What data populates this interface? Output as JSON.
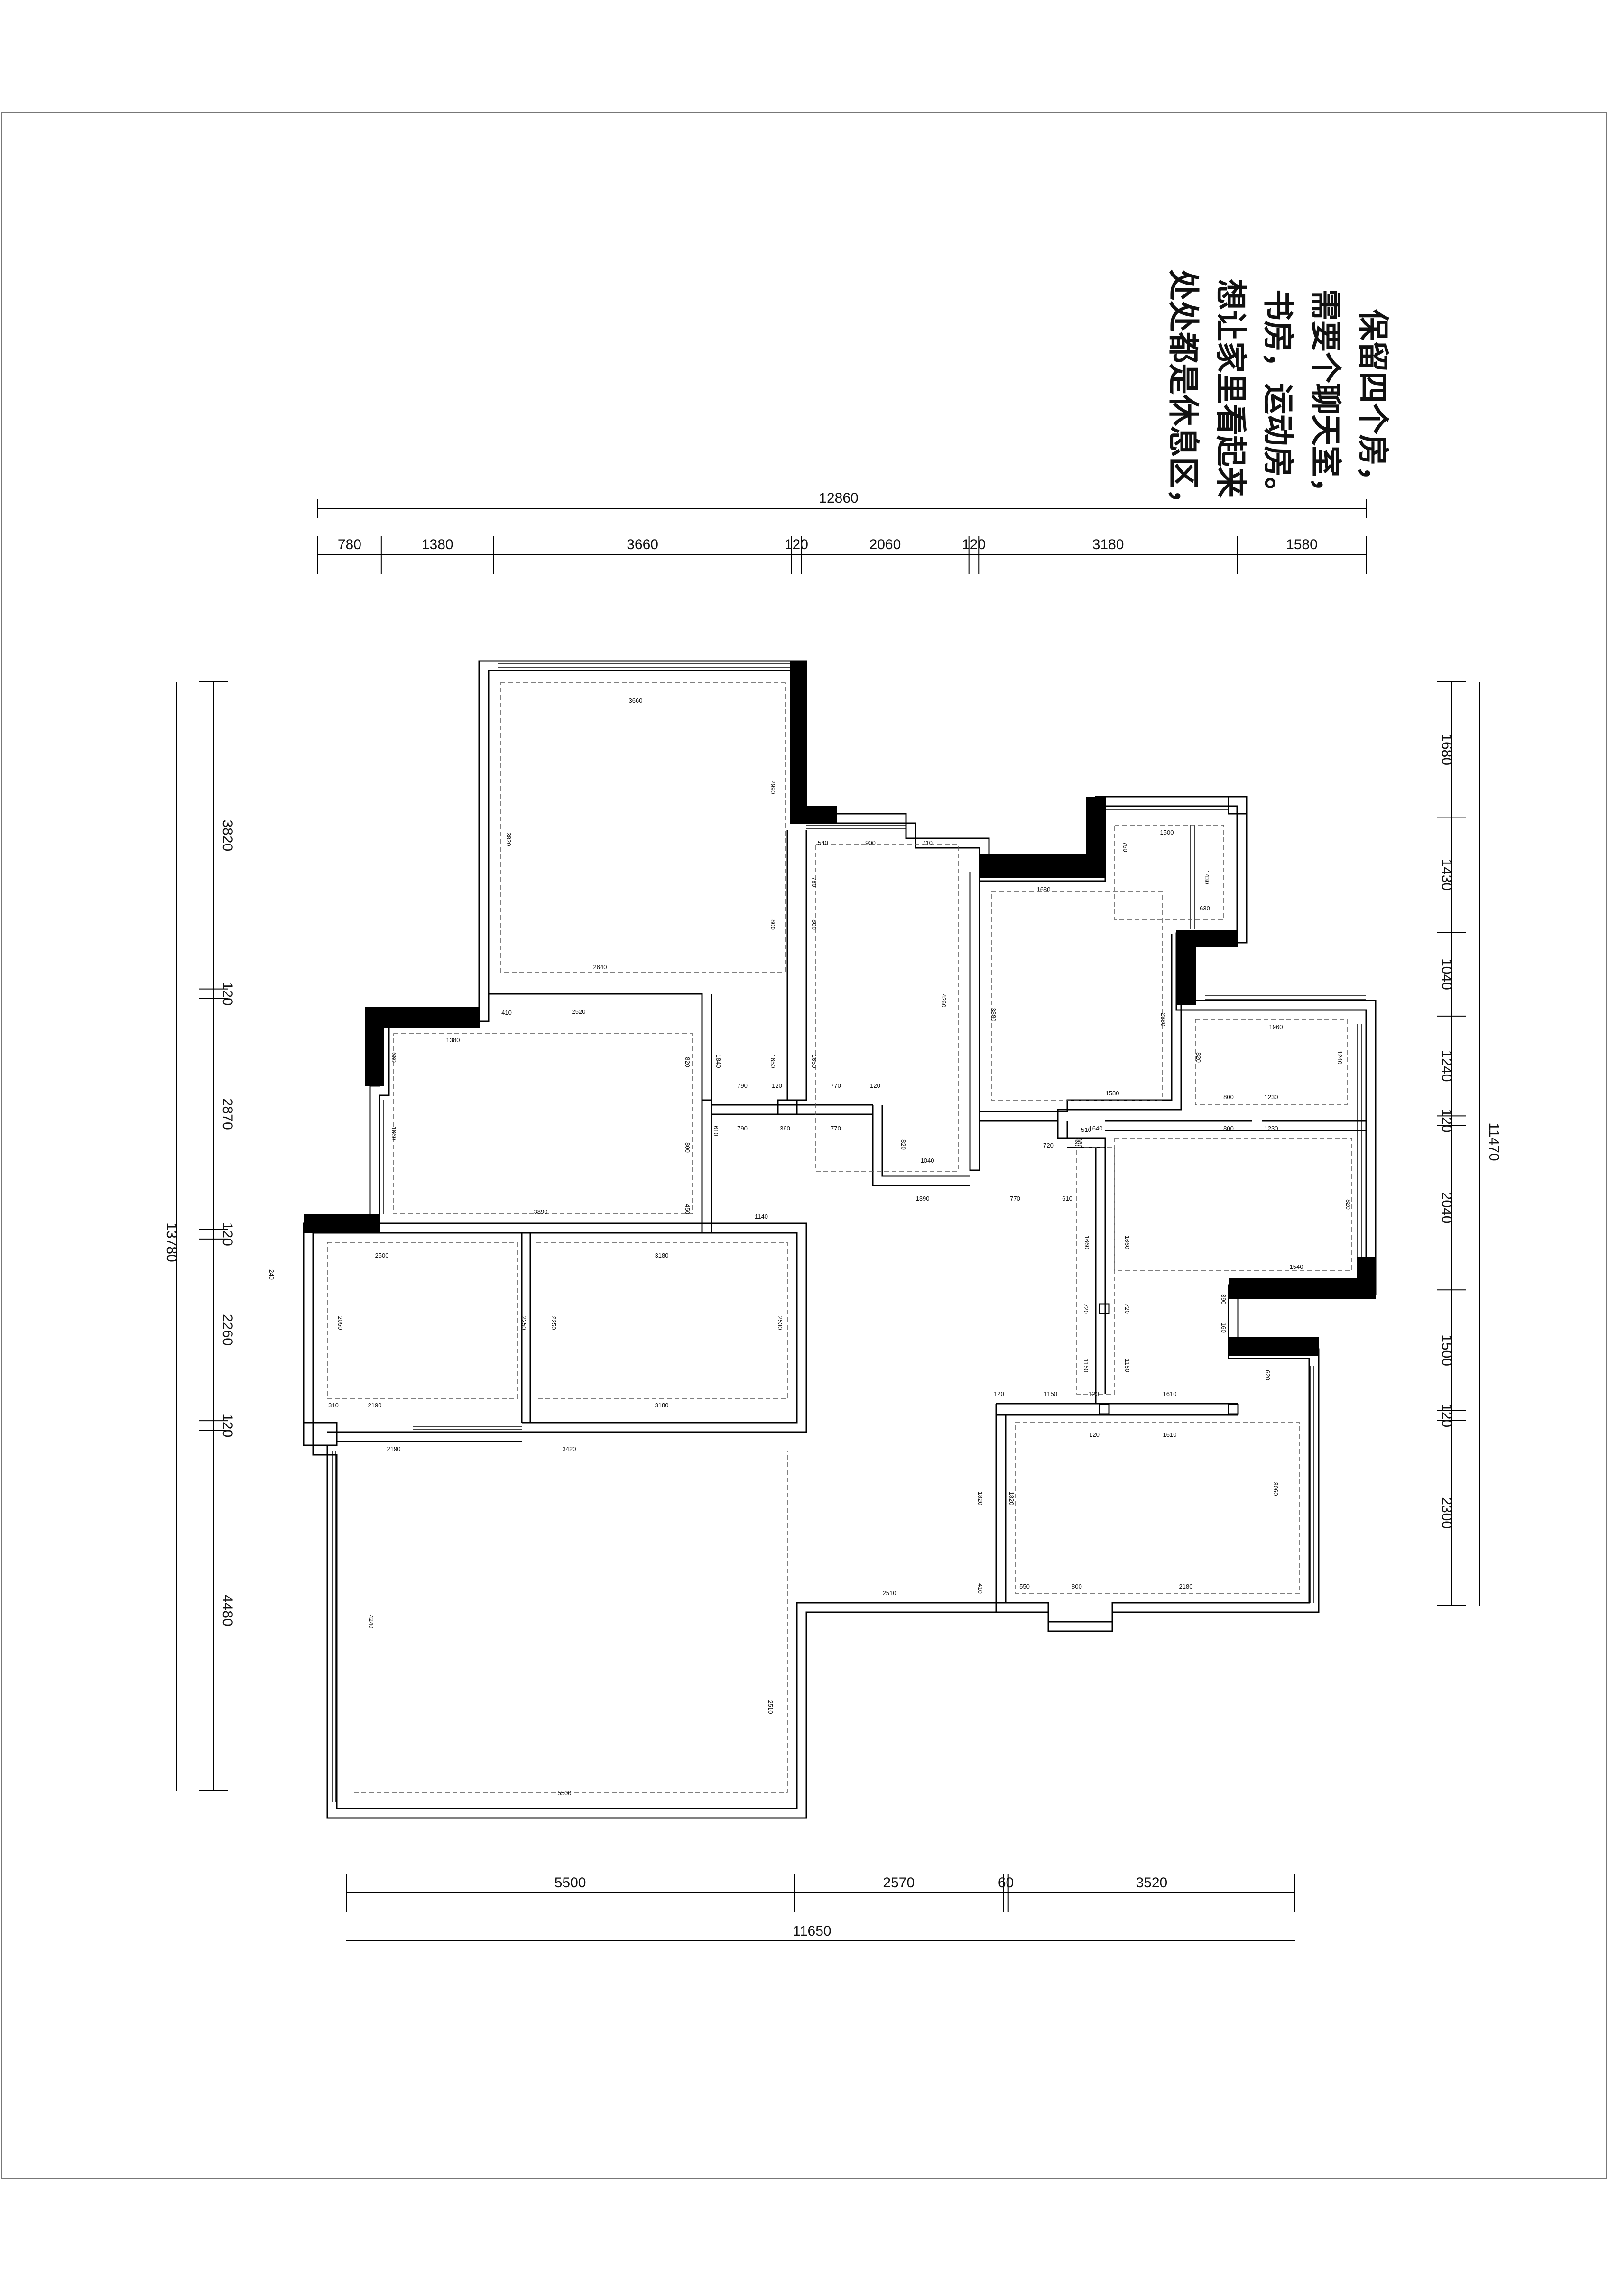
{
  "note": {
    "lines": [
      "保留四个房，",
      "需要个聊天室，",
      "书房，运动房。",
      "想让家里看起来",
      "处处都是休息区，"
    ]
  },
  "dimensions": {
    "top_total": "12860",
    "top_segments": [
      "780",
      "1380",
      "3660",
      "120",
      "2060",
      "120",
      "3180",
      "1580"
    ],
    "bottom_segments": [
      "5500",
      "2570",
      "60",
      "3520"
    ],
    "bottom_total": "11650",
    "left_segments": [
      "3820",
      "120",
      "2870",
      "120",
      "2260",
      "120",
      "4480"
    ],
    "left_total": "13780",
    "right_segments": [
      "1680",
      "1430",
      "1040",
      "1240",
      "120",
      "2040",
      "1500",
      "120",
      "2300"
    ],
    "right_total": "11470"
  },
  "room_dimensions": [
    "3660",
    "2990",
    "3820",
    "2640",
    "540",
    "900",
    "710",
    "780",
    "800",
    "800",
    "4260",
    "1680",
    "3880",
    "1580",
    "1500",
    "750",
    "1430",
    "630",
    "2380",
    "1960",
    "1240",
    "820",
    "800",
    "1230",
    "410",
    "2520",
    "1380",
    "660",
    "1660",
    "820",
    "800",
    "450",
    "3890",
    "1840",
    "1650",
    "1650",
    "790",
    "120",
    "770",
    "120",
    "790",
    "360",
    "770",
    "610",
    "820",
    "1040",
    "1390",
    "770",
    "610",
    "510",
    "380",
    "390",
    "720",
    "800",
    "1230",
    "1640",
    "820",
    "1540",
    "1140",
    "2500",
    "2050",
    "2190",
    "310",
    "3180",
    "2250",
    "2250",
    "3180",
    "2530",
    "1660",
    "1660",
    "720",
    "720",
    "1150",
    "1150",
    "240",
    "390",
    "160",
    "620",
    "120",
    "1150",
    "120",
    "1610",
    "120",
    "1610",
    "2190",
    "3420",
    "4240",
    "5500",
    "2510",
    "2510",
    "1820",
    "1820",
    "3060",
    "410",
    "550",
    "800",
    "2180"
  ]
}
